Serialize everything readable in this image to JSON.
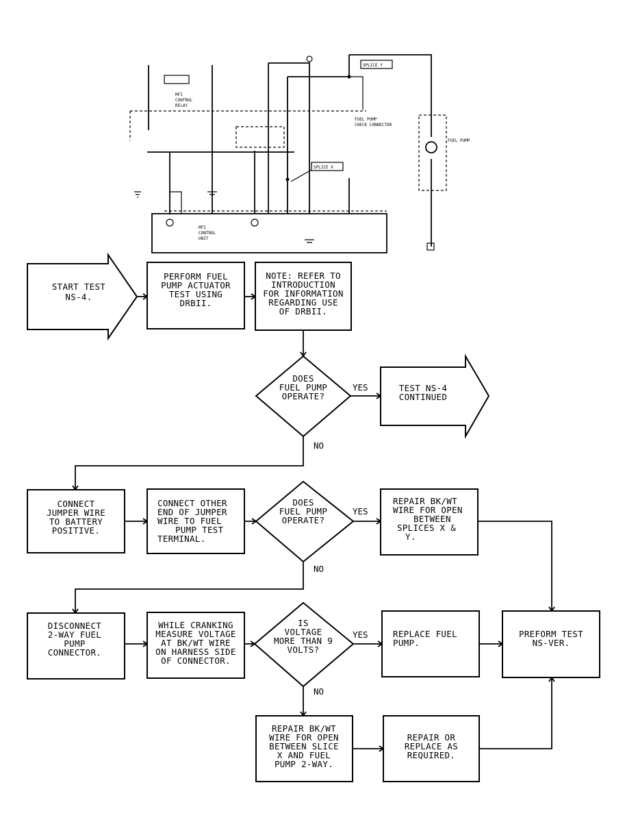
{
  "wiring": {
    "labels": {
      "relay": [
        "MFI",
        "CONTROL",
        "RELAY"
      ],
      "ecu": [
        "MFI",
        "CONTROL",
        "UNIT"
      ],
      "splice_x": "SPLICE X",
      "splice_y": "SPLICE Y",
      "check_conn": [
        "FUEL PUMP",
        "CHECK CONNECTOR"
      ],
      "fuel_pump": "FUEL PUMP"
    }
  },
  "nodes": {
    "start": [
      "START TEST",
      "NS-4."
    ],
    "perform": [
      "PERFORM FUEL",
      "PUMP ACTUATOR",
      "TEST USING",
      "DRBII."
    ],
    "note": [
      "NOTE: REFER TO",
      "INTRODUCTION",
      "FOR INFORMATION",
      "REGARDING USE",
      "OF DRBII."
    ],
    "q1": [
      "DOES",
      "FUEL PUMP",
      "OPERATE?"
    ],
    "continued": [
      "TEST NS-4",
      "CONTINUED"
    ],
    "jumper1": [
      "CONNECT",
      "JUMPER WIRE",
      "TO BATTERY",
      "POSITIVE."
    ],
    "jumper2": [
      "CONNECT OTHER",
      "END OF JUMPER",
      "WIRE TO FUEL",
      "PUMP TEST",
      "TERMINAL."
    ],
    "q2": [
      "DOES",
      "FUEL PUMP",
      "OPERATE?"
    ],
    "repair1": [
      "REPAIR BK/WT",
      "WIRE FOR OPEN",
      "BETWEEN",
      "SPLICES X &",
      "Y."
    ],
    "disconnect": [
      "DISCONNECT",
      "2-WAY FUEL",
      "PUMP",
      "CONNECTOR."
    ],
    "measure": [
      "WHILE CRANKING",
      "MEASURE VOLTAGE",
      "AT BK/WT WIRE",
      "ON HARNESS SIDE",
      "OF CONNECTOR."
    ],
    "q3": [
      "IS",
      "VOLTAGE",
      "MORE THAN 9",
      "VOLTS?"
    ],
    "replace": [
      "REPLACE FUEL",
      "PUMP."
    ],
    "preform": [
      "PREFORM TEST",
      "NS-VER."
    ],
    "repair2": [
      "REPAIR BK/WT",
      "WIRE FOR OPEN",
      "BETWEEN SLICE",
      "X AND FUEL",
      "PUMP 2-WAY."
    ],
    "repair3": [
      "REPAIR OR",
      "REPLACE AS",
      "REQUIRED."
    ]
  },
  "edges": {
    "yes": "YES",
    "no": "NO"
  }
}
